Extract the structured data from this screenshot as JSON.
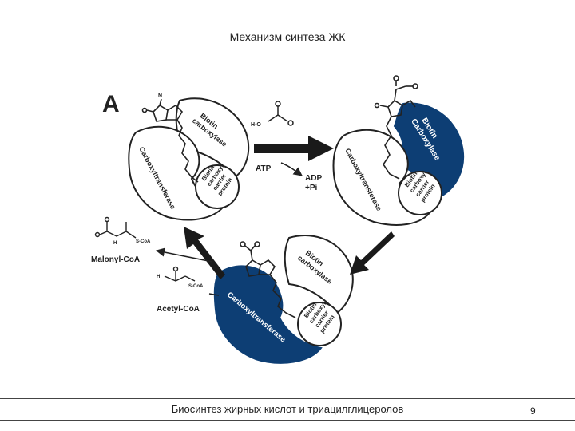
{
  "slide": {
    "title": "Механизм синтеза ЖК",
    "footer": "Биосинтез жирных кислот и триацилглицеролов",
    "page_number": "9"
  },
  "figure": {
    "panel_label": "A",
    "complex_top_left": {
      "carboxylase": [
        "Biotin",
        "carboxylase"
      ],
      "transferase": "Carboxyltransferase",
      "bccp": [
        "Biotin",
        "carboxyl",
        "carrier",
        "protein"
      ]
    },
    "complex_top_right": {
      "carboxylase": [
        "Biotin",
        "Carboxylase"
      ],
      "transferase": "Carboxyltransferase",
      "bccp": [
        "Biotin",
        "carboxyl",
        "carrier",
        "protein"
      ]
    },
    "complex_bottom": {
      "carboxylase": [
        "Biotin",
        "carboxylase"
      ],
      "transferase": "Carboxyltransferase",
      "bccp": [
        "Biotin",
        "carboxyl",
        "carrier",
        "protein"
      ]
    },
    "reaction": {
      "atp": "ATP",
      "adp": "ADP",
      "pi": "+Pi",
      "malonyl": "Malonyl-CoA",
      "acetyl": "Acetyl-CoA"
    },
    "colors": {
      "accent": "#0d3e74",
      "ink": "#222222"
    }
  }
}
